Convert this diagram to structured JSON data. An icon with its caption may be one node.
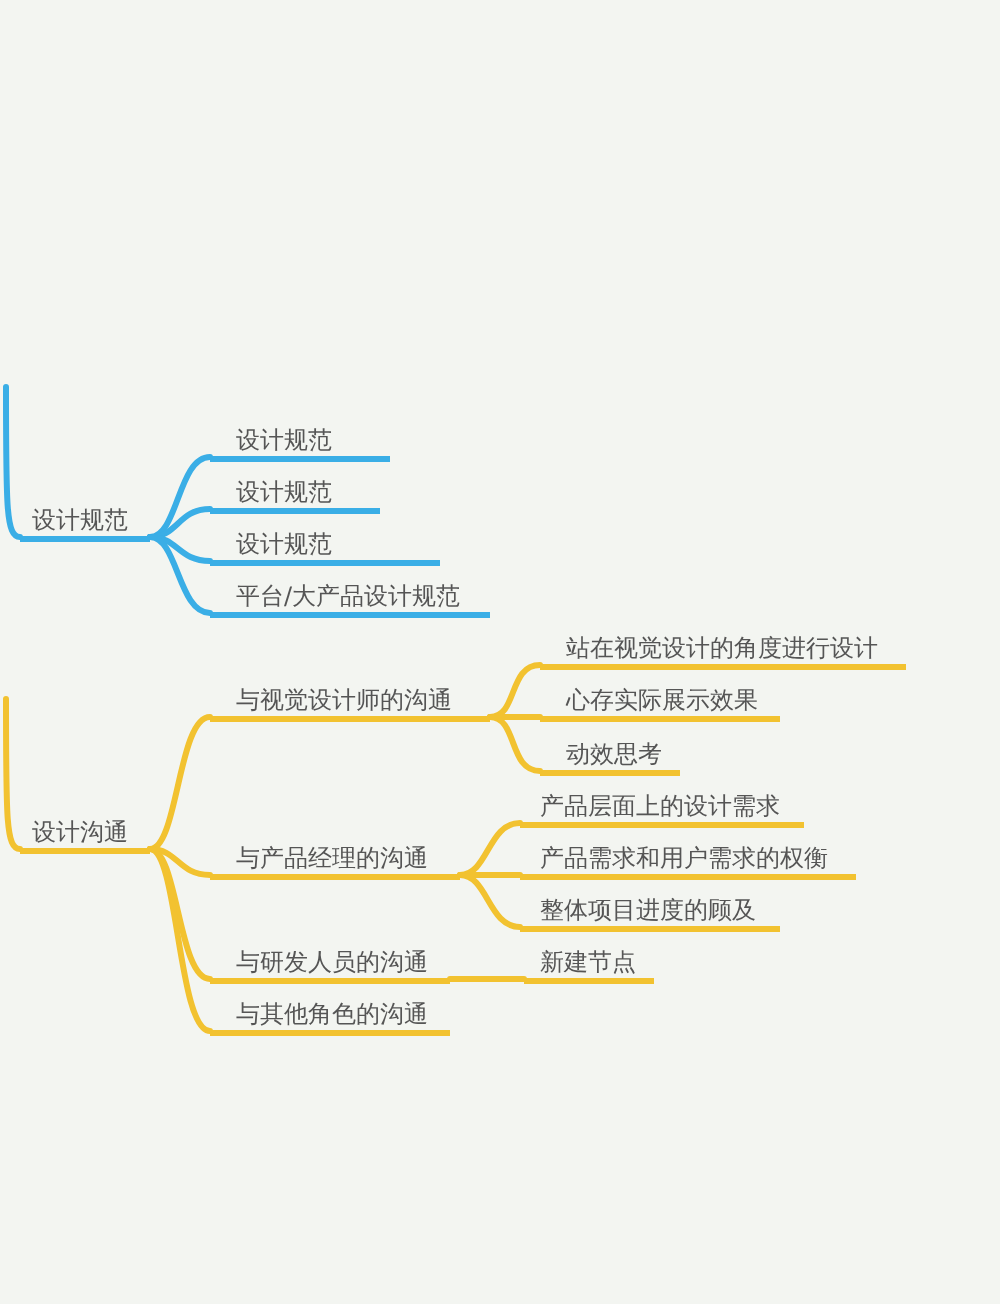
{
  "diagram": {
    "nodes": [
      {
        "text": [
          "设计规范"
        ]
      },
      {
        "text": [
          "设计规范"
        ]
      },
      {
        "text": [
          "设计规范"
        ]
      },
      {
        "text": [
          "设计规范"
        ]
      },
      {
        "text": [
          "平台/大产品设计规范"
        ]
      },
      {
        "text": [
          "设计沟通"
        ]
      },
      {
        "text": [
          "与视觉设计师的沟通"
        ]
      },
      {
        "text": [
          "站在视觉设计的角度进行设计"
        ]
      },
      {
        "text": [
          "心存实际展示效果"
        ]
      },
      {
        "text": [
          "动效思考"
        ]
      },
      {
        "text": [
          "与产品经理的沟通"
        ]
      },
      {
        "text": [
          "产品层面上的设计需求"
        ]
      },
      {
        "text": [
          "产品需求和用户需求的权衡"
        ]
      },
      {
        "text": [
          "整体项目进度的顾及"
        ]
      },
      {
        "text": [
          "与研发人员的沟通"
        ]
      },
      {
        "text": [
          "新建节点"
        ]
      },
      {
        "text": [
          "与其他角色的沟通"
        ]
      }
    ],
    "edges": [
      {
        "from": null,
        "to": 0,
        "arrow": "none",
        "color": "#3aaee6"
      },
      {
        "from": 0,
        "to": 1,
        "arrow": "none",
        "color": "#3aaee6"
      },
      {
        "from": 0,
        "to": 2,
        "arrow": "none",
        "color": "#3aaee6"
      },
      {
        "from": 0,
        "to": 3,
        "arrow": "none",
        "color": "#3aaee6"
      },
      {
        "from": 0,
        "to": 4,
        "arrow": "none",
        "color": "#3aaee6"
      },
      {
        "from": null,
        "to": 5,
        "arrow": "none"
      },
      {
        "from": 5,
        "to": 6,
        "arrow": "none"
      },
      {
        "from": 6,
        "to": 7,
        "arrow": "none"
      },
      {
        "from": 6,
        "to": 8,
        "arrow": "none"
      },
      {
        "from": 6,
        "to": 9,
        "arrow": "none"
      },
      {
        "from": 5,
        "to": 10,
        "arrow": "none"
      },
      {
        "from": 10,
        "to": 11,
        "arrow": "none"
      },
      {
        "from": 10,
        "to": 12,
        "arrow": "none"
      },
      {
        "from": 10,
        "to": 13,
        "arrow": "none"
      },
      {
        "from": 5,
        "to": 14,
        "arrow": "none"
      },
      {
        "from": 14,
        "to": 15,
        "arrow": "none"
      },
      {
        "from": 5,
        "to": 16,
        "arrow": "none"
      }
    ]
  }
}
